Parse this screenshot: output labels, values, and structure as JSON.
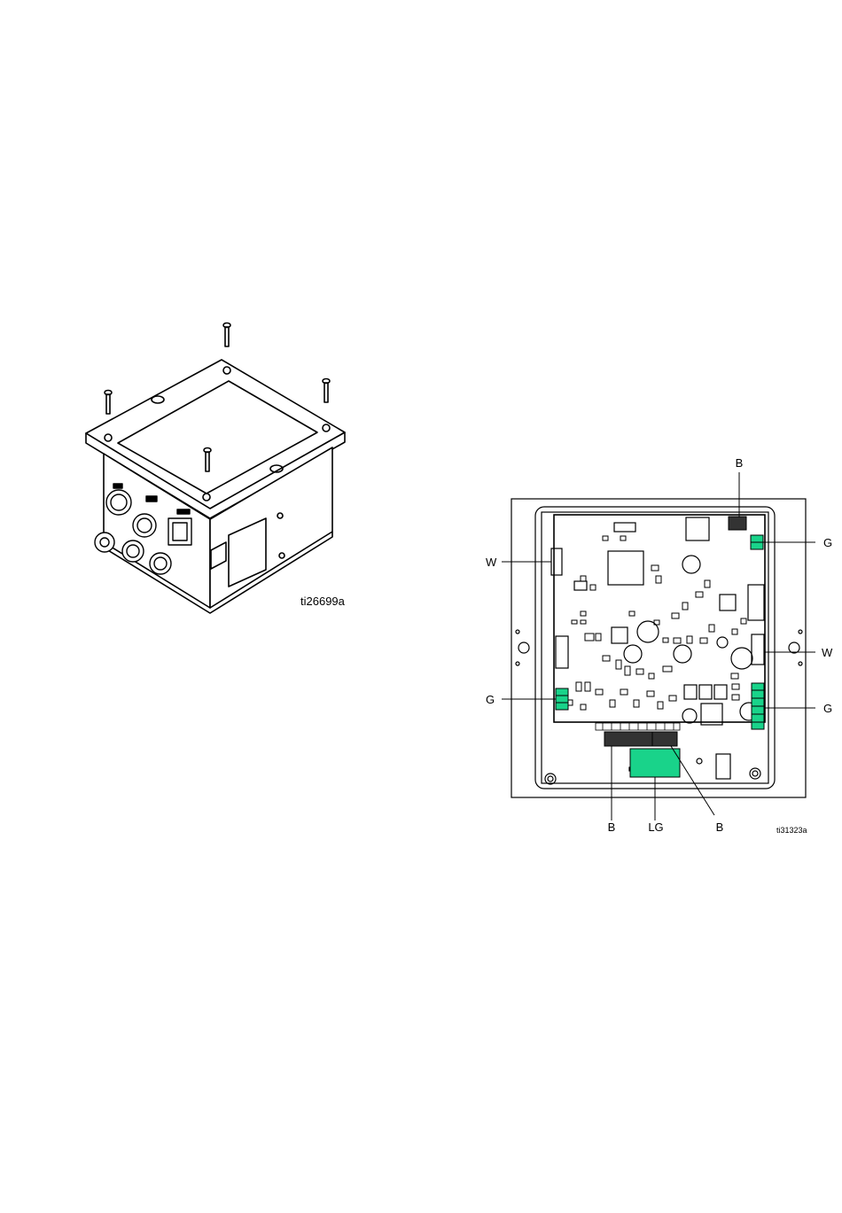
{
  "figure_left": {
    "caption": "ti26699a"
  },
  "figure_right": {
    "caption": "ti31323a",
    "callouts": {
      "top_b": "B",
      "top_right_g": "G",
      "left_w": "W",
      "right_w": "W",
      "left_g": "G",
      "right_g": "G",
      "bottom_b_left": "B",
      "bottom_lg": "LG",
      "bottom_b_right": "B"
    }
  },
  "colors": {
    "green": "#19d38a",
    "black": "#000000",
    "connector": "#333333"
  }
}
